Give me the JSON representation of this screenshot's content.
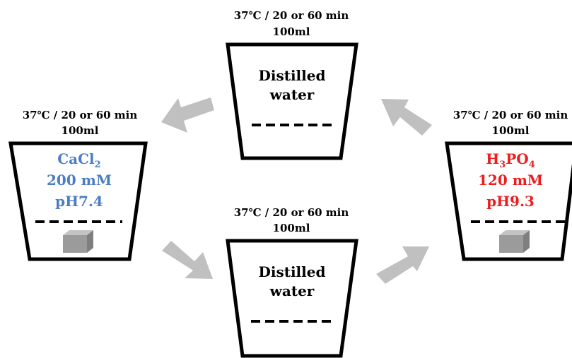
{
  "colors": {
    "stroke": "#000000",
    "arrow": "#c0c0c0",
    "cube": "#999999",
    "blue_text": "#4a7dc4",
    "red_text": "#ee1c1c"
  },
  "beakers": {
    "top": {
      "condition": "37℃ / 20 or 60 min",
      "volume": "100ml",
      "line1": "Distilled",
      "line2": "water"
    },
    "left": {
      "condition": "37℃ / 20 or 60 min",
      "volume": "100ml",
      "line1_base": "CaCl",
      "line1_sub": "2",
      "line2": "200 mM",
      "line3": "pH7.4"
    },
    "bottom": {
      "condition": "37℃ / 20 or 60 min",
      "volume": "100ml",
      "line1": "Distilled",
      "line2": "water"
    },
    "right": {
      "condition": "37℃ / 20 or 60 min",
      "volume": "100ml",
      "line1_h": "H",
      "line1_sub1": "3",
      "line1_po": "PO",
      "line1_sub2": "4",
      "line2": "120 mM",
      "line3": "pH9.3"
    }
  },
  "arrows": [
    {
      "from": "top-beaker",
      "to": "left-beaker"
    },
    {
      "from": "left-beaker",
      "to": "bottom-beaker"
    },
    {
      "from": "bottom-beaker",
      "to": "right-beaker"
    },
    {
      "from": "right-beaker",
      "to": "top-beaker"
    }
  ]
}
